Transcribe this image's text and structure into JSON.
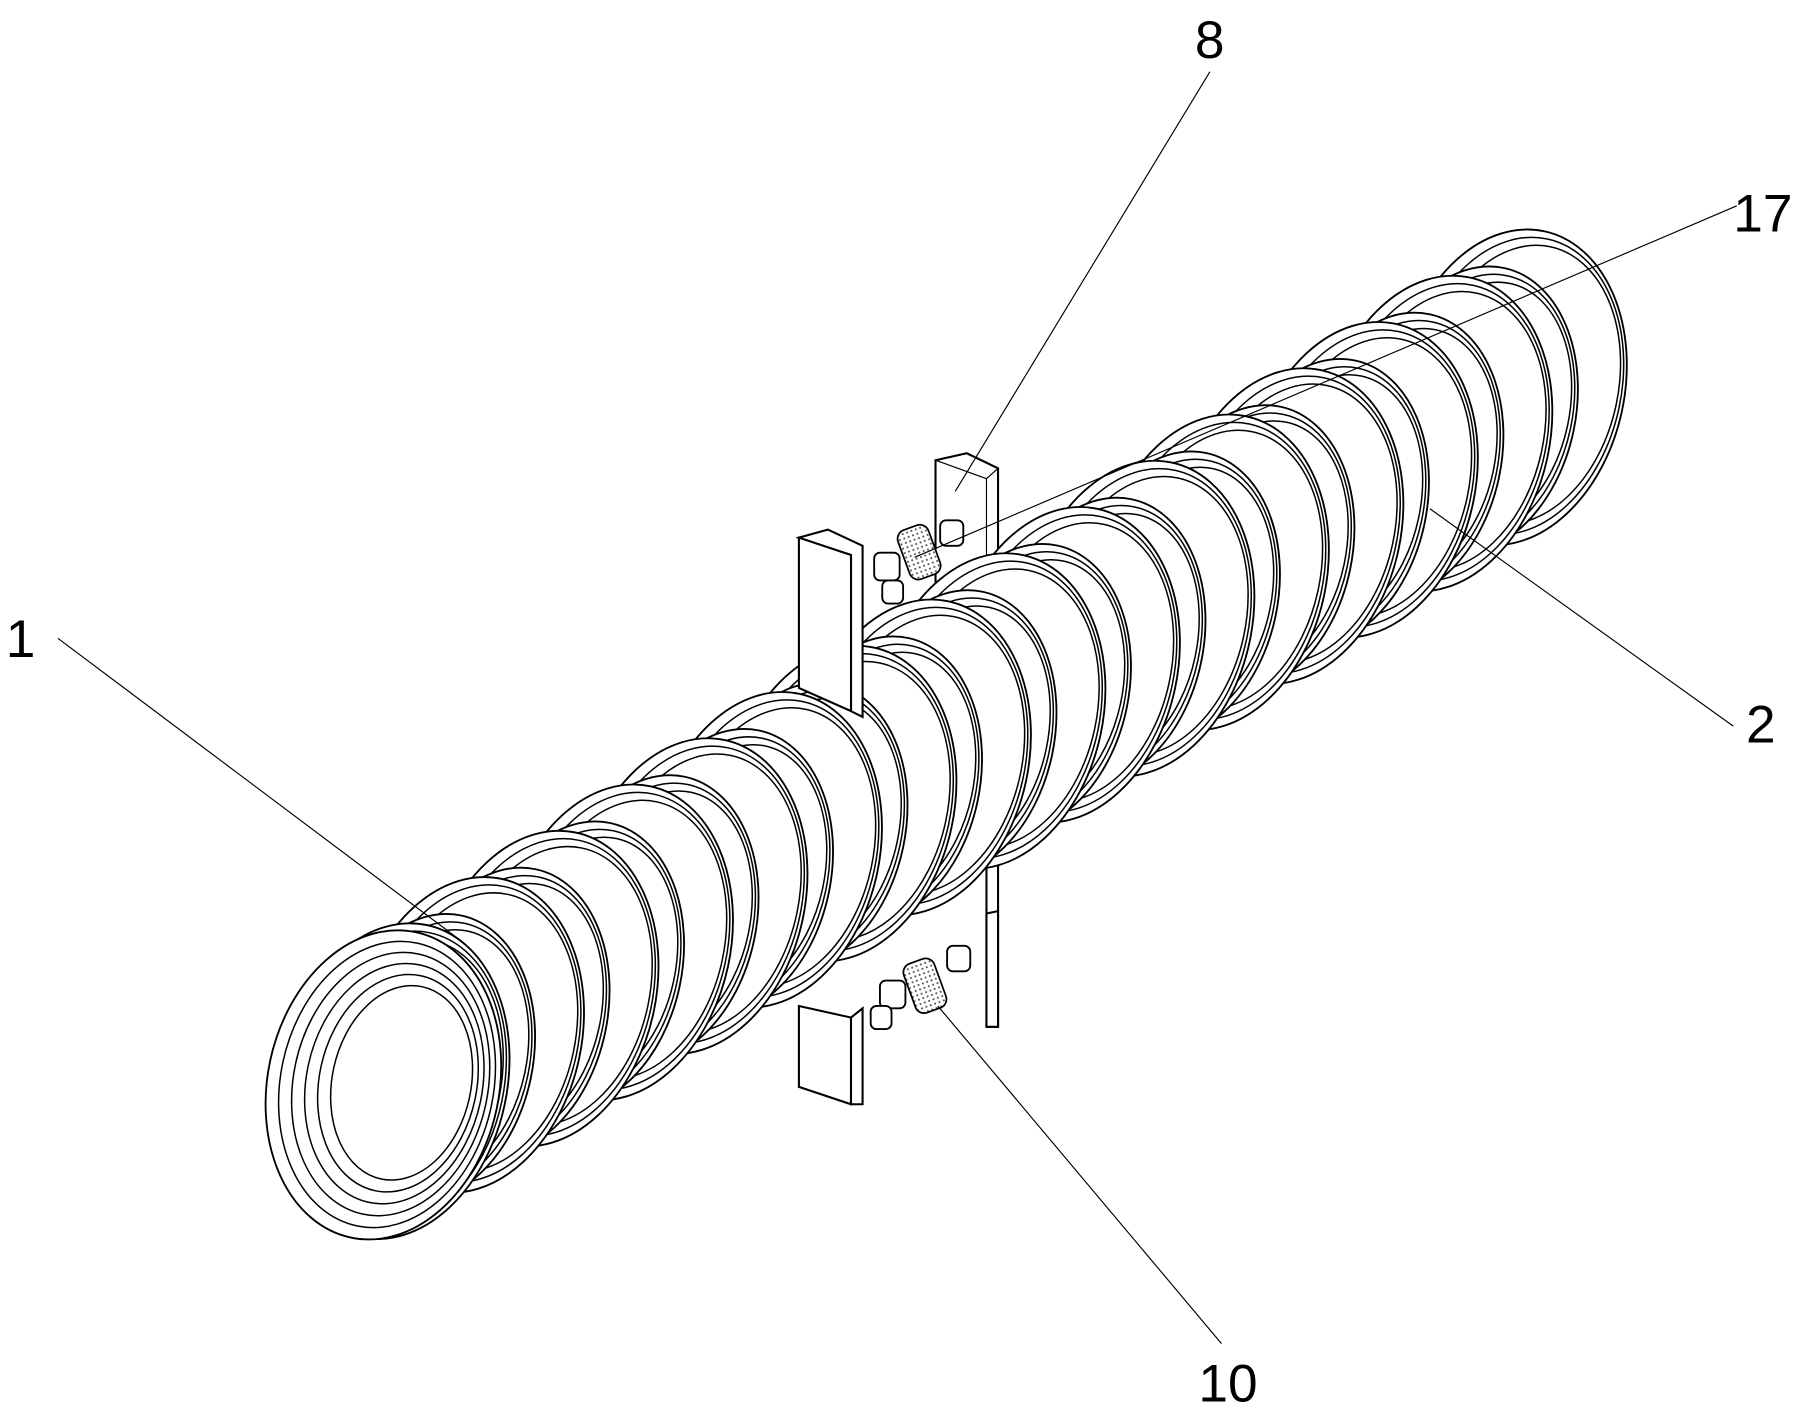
{
  "figure": {
    "labels": {
      "part_1": "1",
      "part_2": "2",
      "part_8": "8",
      "part_10": "10",
      "part_17": "17"
    },
    "colors": {
      "line": "#000000",
      "background": "#ffffff"
    }
  }
}
